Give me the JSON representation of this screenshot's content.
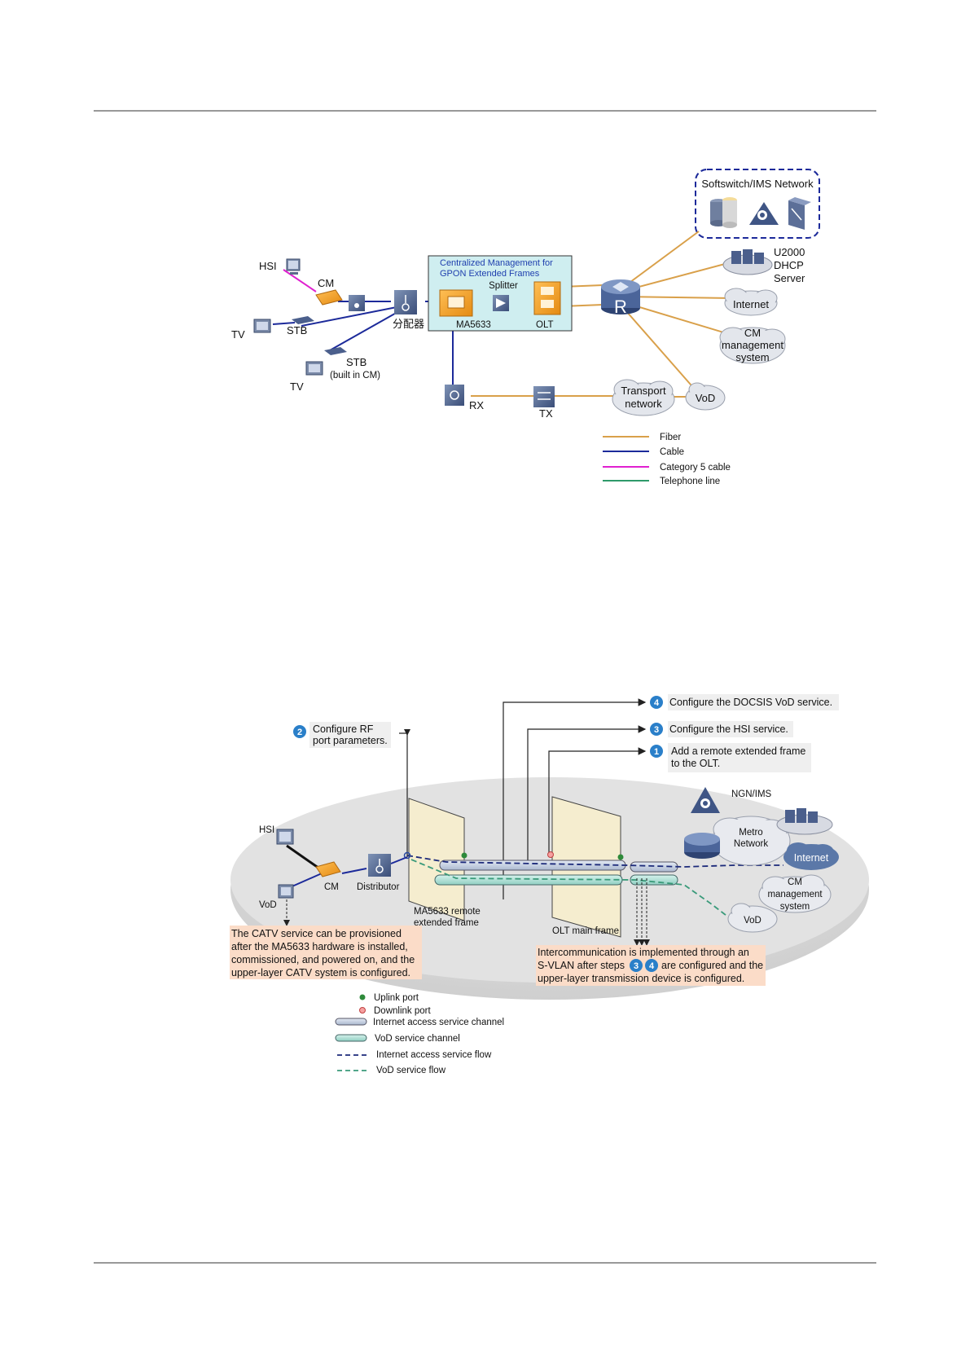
{
  "diagram1": {
    "softswitch_title": "Softswitch/IMS Network",
    "u2000_label": [
      "U2000",
      "DHCP",
      "Server"
    ],
    "internet_label": "Internet",
    "cm_mgmt_label": [
      "CM",
      "management",
      "system"
    ],
    "transport_label": [
      "Transport",
      "network"
    ],
    "vod_label": "VoD",
    "centralized_title": [
      "Centralized Management for",
      "GPON Extended Frames"
    ],
    "splitter_label": "Splitter",
    "ma5633_label": "MA5633",
    "olt_label": "OLT",
    "router_letter": "R",
    "hsi_label": "HSI",
    "cm_label": "CM",
    "tv_label_1": "TV",
    "stb_label_1": "STB",
    "distributor_label": "分配器",
    "stb_label_2": "STB",
    "stb_sub_label": "(built in CM)",
    "tv_label_2": "TV",
    "rx_label": "RX",
    "tx_label": "TX",
    "legend": [
      {
        "label": "Fiber",
        "color": "#d9a04a"
      },
      {
        "label": "Cable",
        "color": "#1c2a9a"
      },
      {
        "label": "Category 5 cable",
        "color": "#e020d0"
      },
      {
        "label": "Telephone line",
        "color": "#2e9a6a"
      }
    ]
  },
  "diagram2": {
    "step4": {
      "num": "4",
      "text": "Configure the DOCSIS VoD service."
    },
    "step3": {
      "num": "3",
      "text": "Configure the HSI service."
    },
    "step1": {
      "num": "1",
      "text": [
        "Add a remote extended frame",
        "to the OLT."
      ]
    },
    "step2": {
      "num": "2",
      "text": [
        "Configure RF",
        "port parameters."
      ]
    },
    "ngn_label": "NGN/IMS",
    "metro_label": [
      "Metro",
      "Network"
    ],
    "internet_label": "Internet",
    "cm_mgmt_label": [
      "CM",
      "management",
      "system"
    ],
    "vod_cloud_label": "VoD",
    "hsi_label": "HSI",
    "vod_label": "VoD",
    "cm_label": "CM",
    "distributor_label": "Distributor",
    "ma5633_label": [
      "MA5633 remote",
      "extended frame"
    ],
    "olt_label": "OLT main frame",
    "catv_note": [
      "The CATV service can be provisioned",
      "after the MA5633 hardware is installed,",
      "commissioned, and powered on, and the",
      "upper-layer CATV system is configured."
    ],
    "intercom_note": {
      "line1": "Intercommunication is implemented through an",
      "line2_pre": "S-VLAN after steps",
      "step_a": "3",
      "step_b": "4",
      "line2_post": "are configured and the",
      "line3": "upper-layer transmission device is configured."
    },
    "legend": [
      {
        "label": "Uplink port"
      },
      {
        "label": "Downlink port"
      },
      {
        "label": "Internet access service channel"
      },
      {
        "label": "VoD service channel"
      },
      {
        "label": "Internet access service flow"
      },
      {
        "label": "VoD service flow"
      }
    ]
  }
}
